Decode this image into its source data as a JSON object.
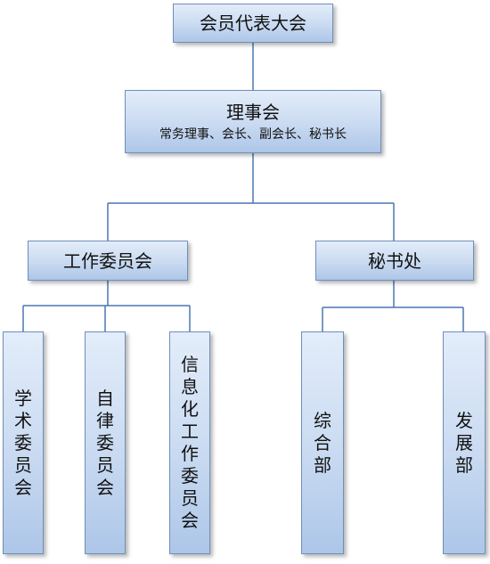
{
  "org_chart": {
    "root": {
      "label": "会员代表大会"
    },
    "council": {
      "label": "理事会",
      "subtitle": "常务理事、会长、副会长、秘书长"
    },
    "branches": [
      {
        "label": "工作委员会",
        "children": [
          {
            "label": "学术委员会"
          },
          {
            "label": "自律委员会"
          },
          {
            "label": "信息化工作委员会"
          }
        ]
      },
      {
        "label": "秘书处",
        "children": [
          {
            "label": "综合部"
          },
          {
            "label": "发展部"
          }
        ]
      }
    ],
    "colors": {
      "box_border": "#6f8fb8",
      "box_fill_top": "#e3edfa",
      "box_fill_bottom": "#adc6e8",
      "connector": "#4a77b4"
    }
  }
}
